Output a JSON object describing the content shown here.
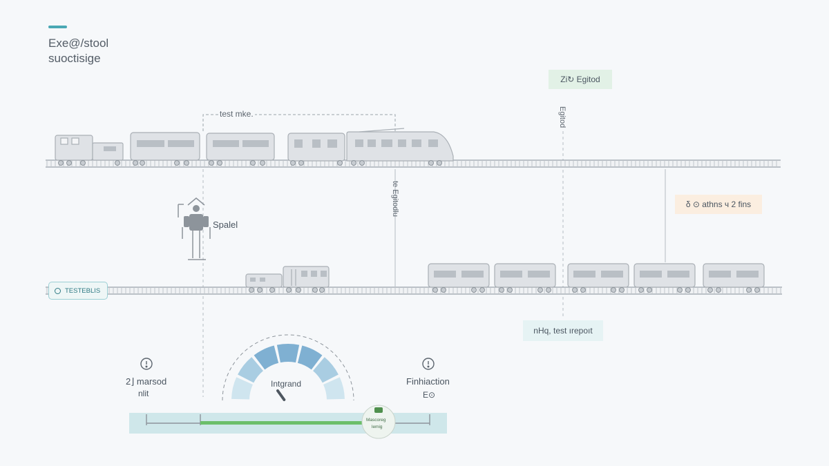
{
  "header": {
    "title_line1": "Exe@/stool",
    "title_line2": "suoctisige"
  },
  "labels": {
    "top_left_label": "test mke.",
    "egitod_badge": "Zi↻ Egitod",
    "egitod_vertical": "Egitod",
    "middle_vertical": "te Egitodlu",
    "athns_badge": "δ ⊙ athns ч 2 fins",
    "spalel": "Spalel",
    "testbls_badge": "TESTEBLIS",
    "test_report_badge": "nHq, test ırepoıt",
    "left_info_line1": "2⌋ marsod",
    "left_info_line2": "nlit",
    "gauge_label": "Intgrand",
    "right_info_line1": "Finhiaction",
    "right_info_line2": "E⊙",
    "progress_train_caption_1": "Mascoreg",
    "progress_train_caption_2": "lemig"
  },
  "colors": {
    "accent_teal": "#4aa8b4",
    "progress_green": "#6cbf6a",
    "badge_green_bg": "#e2f1e6",
    "badge_orange_bg": "#fbeee0",
    "badge_blue_bg": "#e6f3f4",
    "gauge_dark": "#7fb0d2",
    "gauge_light": "#cfe5ef",
    "train_body": "#dfe2e6",
    "train_stroke": "#a9afb5"
  },
  "gauge": {
    "segments": 7,
    "level": 0.42
  },
  "progress": {
    "level": 0.8
  }
}
